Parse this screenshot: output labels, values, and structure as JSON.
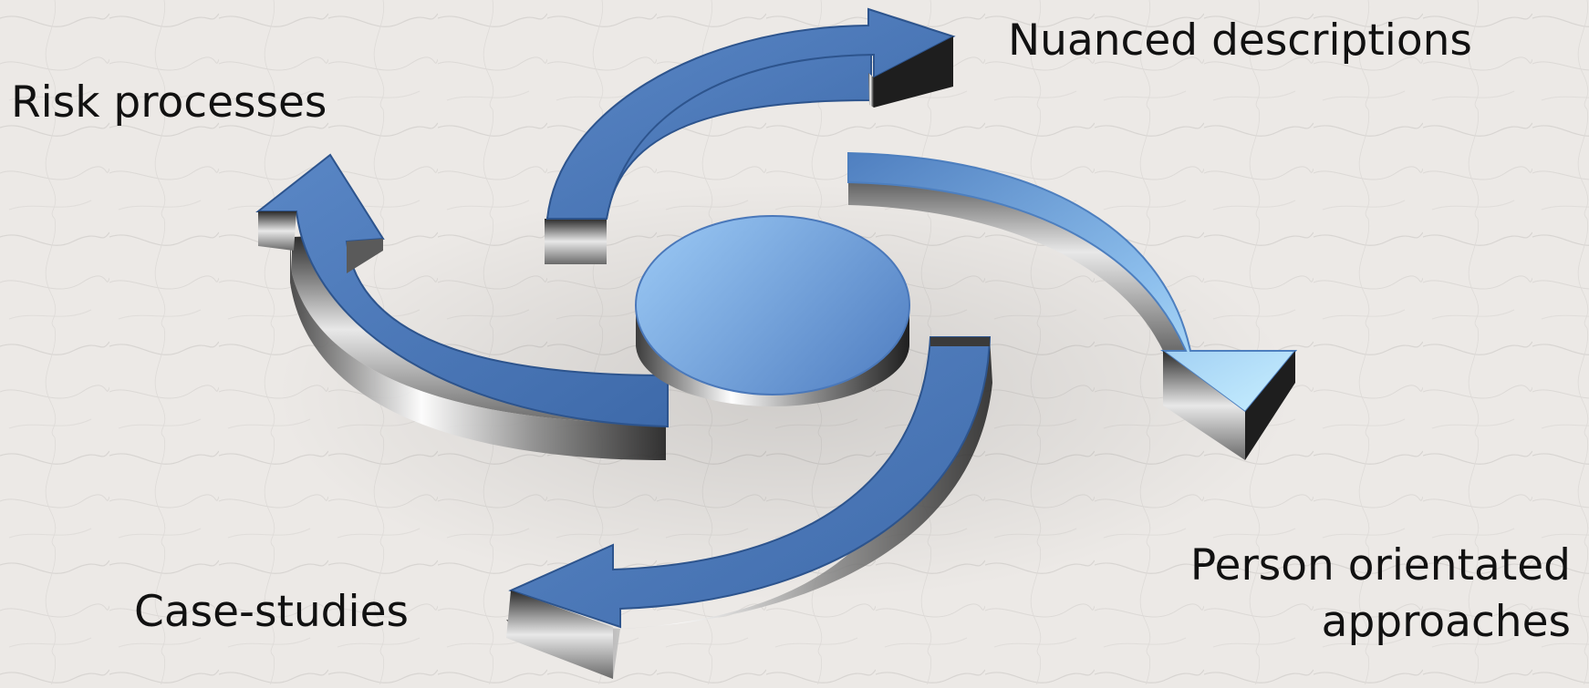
{
  "diagram": {
    "labels": {
      "risk_processes": "Risk processes",
      "nuanced_descriptions": "Nuanced descriptions",
      "person_orientated_line1": "Person orientated",
      "person_orientated_line2": "approaches",
      "case_studies": "Case-studies"
    },
    "colors": {
      "arrow_blue": "#4a78ba",
      "arrow_light_blue": "#9fcdf2",
      "disc_blue": "#7faee6",
      "background": "#ece9e6",
      "label_text": "#111111"
    }
  }
}
